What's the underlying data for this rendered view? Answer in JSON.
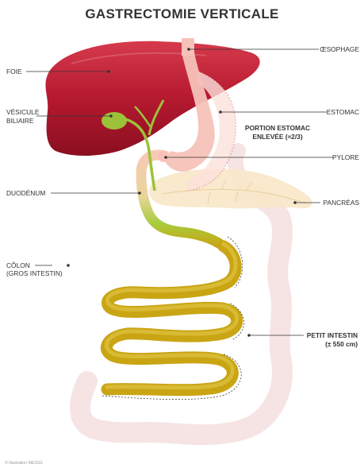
{
  "title": "GASTRECTOMIE VERTICALE",
  "labels": {
    "foie": "FOIE",
    "vesicule_line1": "VÉSICULE",
    "vesicule_line2": "BILIAIRE",
    "duodenum": "DUODÉNUM",
    "colon_line1": "CÔLON",
    "colon_line2": "(GROS INTESTIN)",
    "oesophage": "ŒSOPHAGE",
    "estomac": "ESTOMAC",
    "portion_line1": "PORTION ESTOMAC",
    "portion_line2": "ENLEVÉE (≈2/3)",
    "pylore": "PYLORE",
    "pancreas": "PANCRÉAS",
    "petit_intestin_line1": "PETIT INTESTIN",
    "petit_intestin_line2": "(± 550 cm)"
  },
  "footer": "© Illustration INESSS",
  "colors": {
    "liver": "#b5192f",
    "gallbladder": "#9cc23a",
    "stomach": "#f6c2b8",
    "intestine": "#c9a514",
    "colon": "#f5dfe0",
    "pancreas": "#f8e7c8",
    "leader_line": "#333333"
  }
}
